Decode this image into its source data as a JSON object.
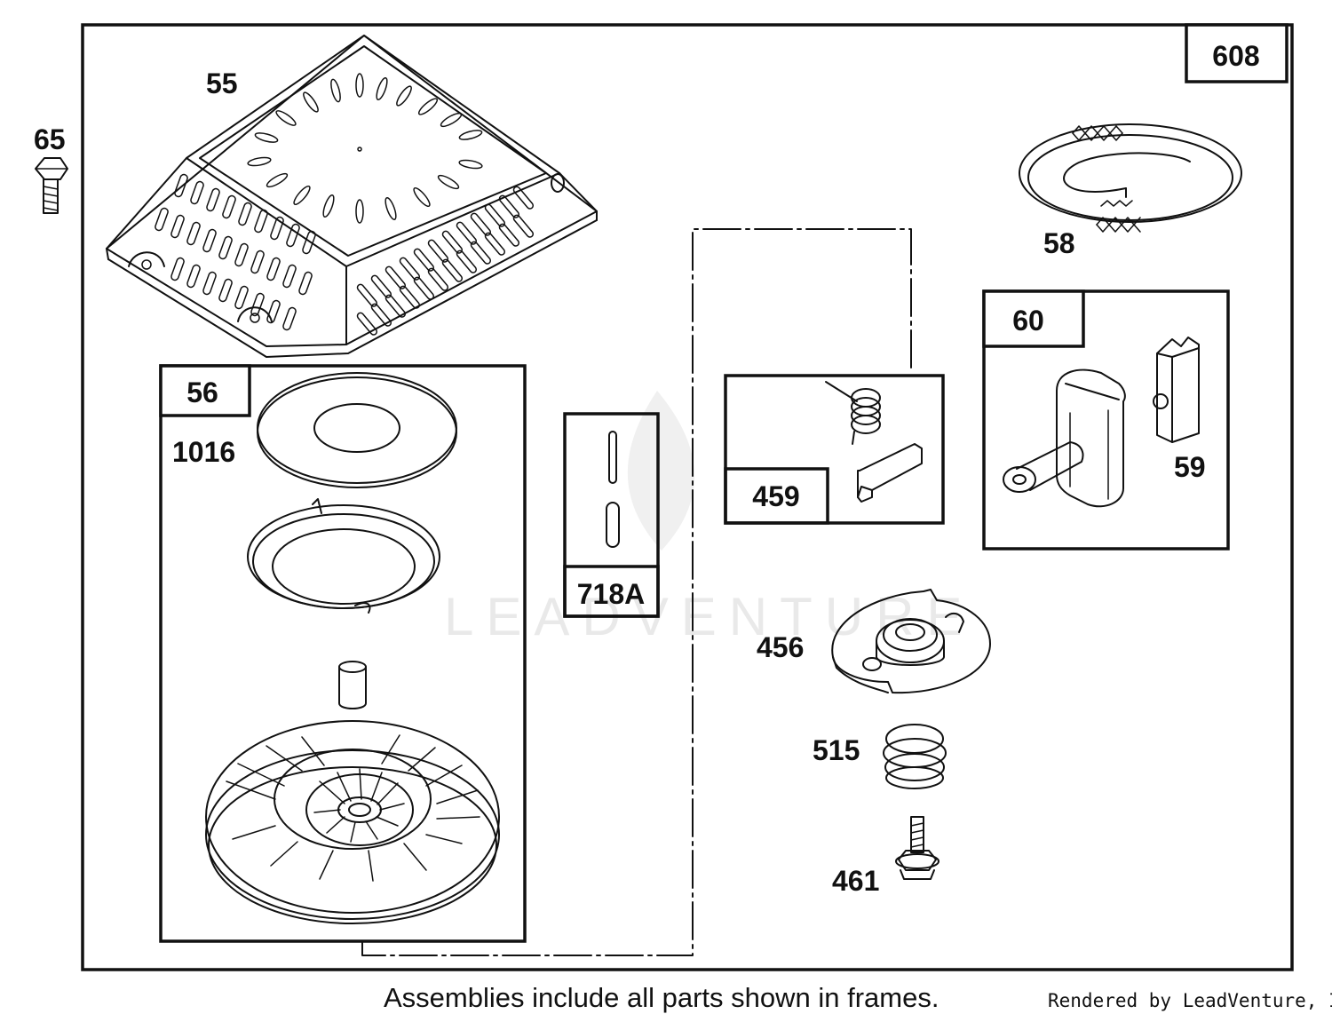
{
  "diagram": {
    "assembly_number": "608",
    "parts": {
      "p55": "55",
      "p65": "65",
      "p56": "56",
      "p1016": "1016",
      "p718a": "718A",
      "p459": "459",
      "p58": "58",
      "p60": "60",
      "p59": "59",
      "p456": "456",
      "p515": "515",
      "p461": "461"
    },
    "watermark": "LEADVENTURE",
    "footer_note": "Assemblies include all parts shown in frames.",
    "credit": "Rendered by LeadVenture, Inc."
  }
}
